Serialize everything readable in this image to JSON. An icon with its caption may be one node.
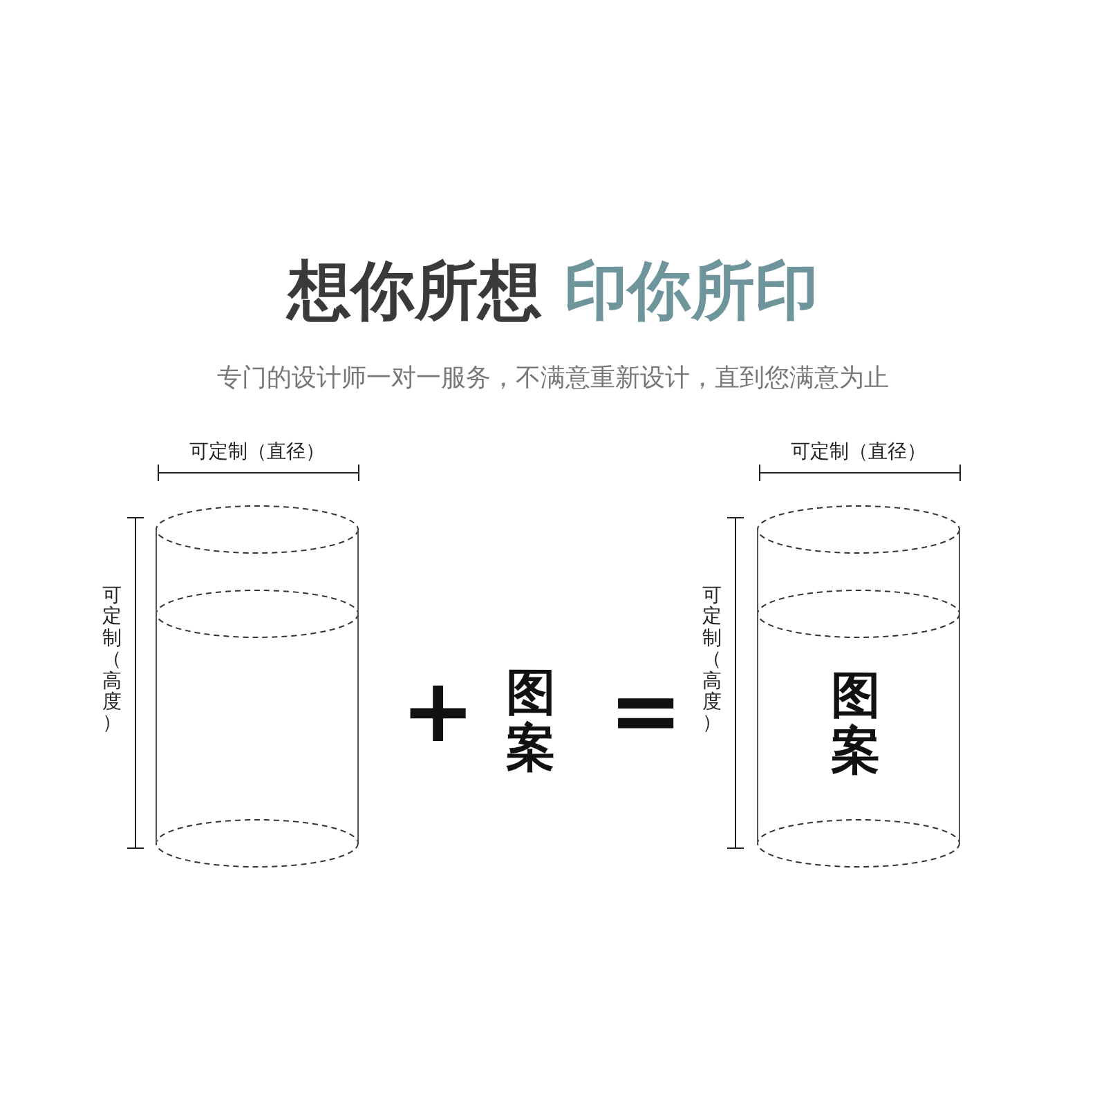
{
  "diagram": {
    "title": "想你所想 印你所印",
    "nodes": [
      {
        "text": [],
        "shape": "cylinder",
        "beside": [
          "可定制（直径）",
          "可定制（高度）"
        ]
      },
      {
        "text": [
          "图案"
        ]
      },
      {
        "text": [
          "图案"
        ],
        "beside": [
          "可定制（直径）",
          "可定制（高度）"
        ]
      }
    ],
    "labels": [
      "专门的设计师一对一服务，不满意重新设计，直到您满意为止",
      "+",
      "="
    ]
  }
}
